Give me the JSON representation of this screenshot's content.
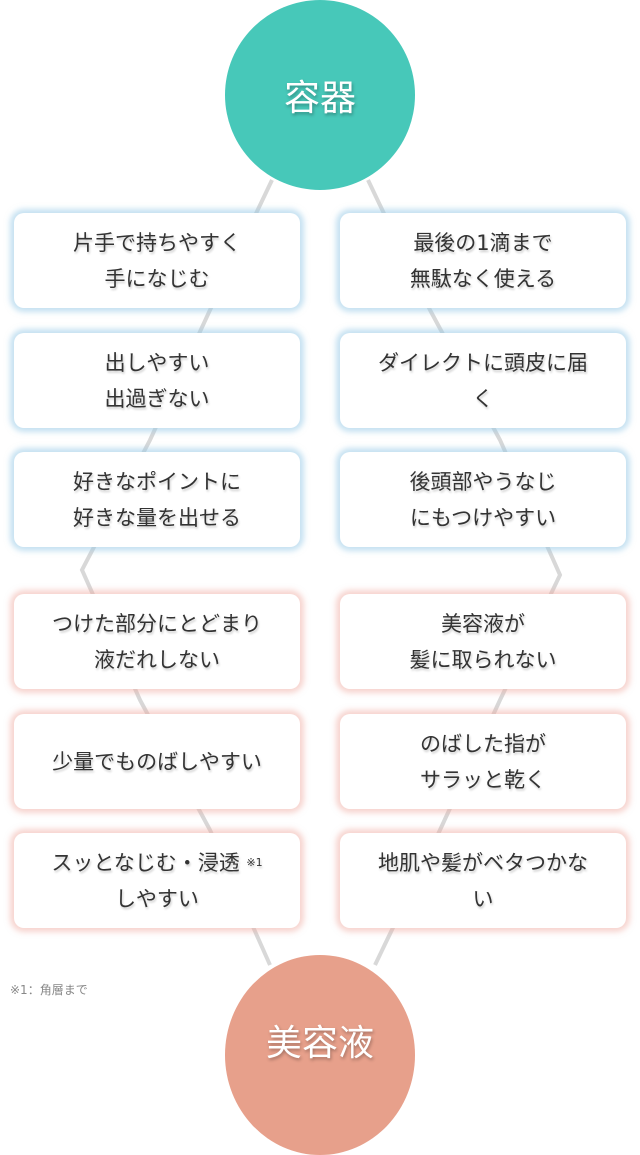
{
  "top_node": "容器",
  "bottom_node": "美容液",
  "container_items": [
    {
      "left": [
        "片手で持ちやすく",
        "手になじむ"
      ],
      "right": [
        "最後の1滴まで",
        "無駄なく使える"
      ]
    },
    {
      "left": [
        "出しやすい",
        "出過ぎない"
      ],
      "right": [
        "ダイレクトに頭皮に届",
        "く"
      ]
    },
    {
      "left": [
        "好きなポイントに",
        "好きな量を出せる"
      ],
      "right": [
        "後頭部やうなじ",
        "にもつけやすい"
      ]
    }
  ],
  "serum_items": [
    {
      "left": [
        "つけた部分にとどまり",
        "液だれしない"
      ],
      "right": [
        "美容液が",
        "髪に取られない"
      ]
    },
    {
      "left": [
        "少量でものばしやすい"
      ],
      "right": [
        "のばした指が",
        "サラッと乾く"
      ]
    },
    {
      "left": [
        "スッとなじむ・浸透",
        "しやすい"
      ],
      "right": [
        "地肌や髪がベタつかな",
        "い"
      ]
    }
  ],
  "footnote_mark": "※1",
  "footnote": "※1：角層まで",
  "colors": {
    "container": "#47c8b9",
    "serum": "#e7a08b",
    "line": "#d8d8d8"
  }
}
